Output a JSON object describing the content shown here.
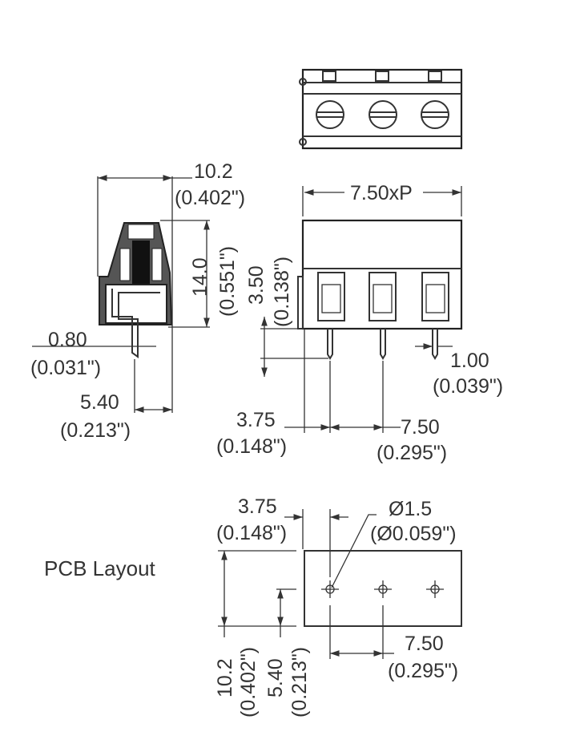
{
  "side_view": {
    "width_mm": "10.2",
    "width_in": "(0.402\")",
    "height_mm": "14.0",
    "height_in": "(0.551\")",
    "pin_mm": "0.80",
    "pin_in": "(0.031\")",
    "offset_mm": "5.40",
    "offset_in": "(0.213\")"
  },
  "front_view": {
    "pitch_label": "7.50xP",
    "pin_len_mm": "3.50",
    "pin_len_in": "(0.138\")",
    "pin_w_mm": "1.00",
    "pin_w_in": "(0.039\")",
    "edge_mm": "3.75",
    "edge_in": "(0.148\")",
    "pitch_mm": "7.50",
    "pitch_in": "(0.295\")"
  },
  "pcb": {
    "title": "PCB Layout",
    "edge_mm": "3.75",
    "edge_in": "(0.148\")",
    "hole_mm": "Ø1.5",
    "hole_in": "(Ø0.059\")",
    "width_mm": "10.2",
    "width_in": "(0.402\")",
    "row_mm": "5.40",
    "row_in": "(0.213\")",
    "pitch_mm": "7.50",
    "pitch_in": "(0.295\")"
  }
}
